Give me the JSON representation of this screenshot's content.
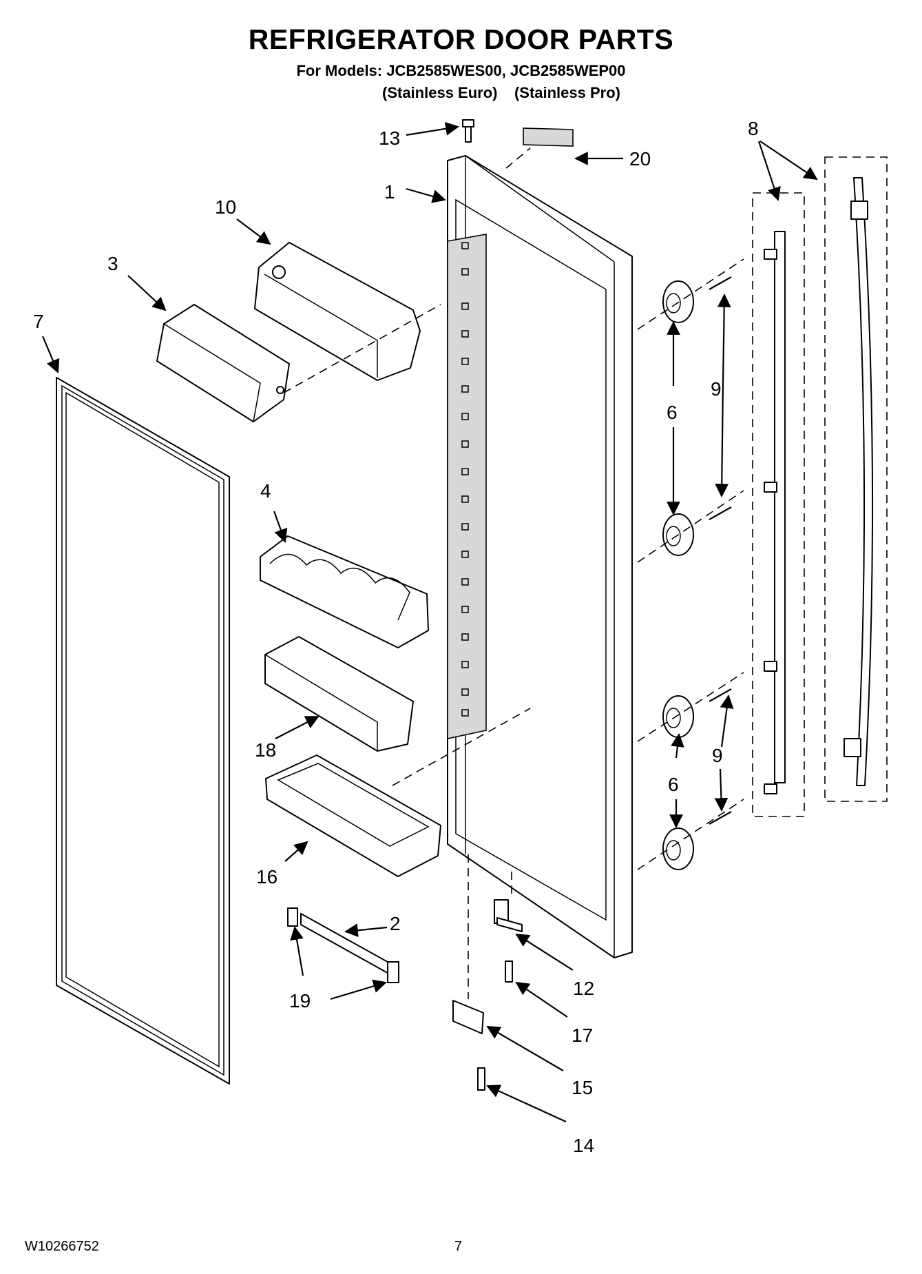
{
  "header": {
    "title": "REFRIGERATOR DOOR PARTS",
    "models": "For Models: JCB2585WES00, JCB2585WEP00",
    "variant_euro": "(Stainless Euro)",
    "variant_pro": "(Stainless Pro)"
  },
  "callouts": {
    "c1": "1",
    "c2": "2",
    "c3": "3",
    "c4": "4",
    "c6a": "6",
    "c6b": "6",
    "c7": "7",
    "c8": "8",
    "c9a": "9",
    "c9b": "9",
    "c10": "10",
    "c12": "12",
    "c13": "13",
    "c14": "14",
    "c15": "15",
    "c16": "16",
    "c17": "17",
    "c18": "18",
    "c19": "19",
    "c20": "20"
  },
  "footer": {
    "doc_number": "W10266752",
    "page_number": "7"
  }
}
